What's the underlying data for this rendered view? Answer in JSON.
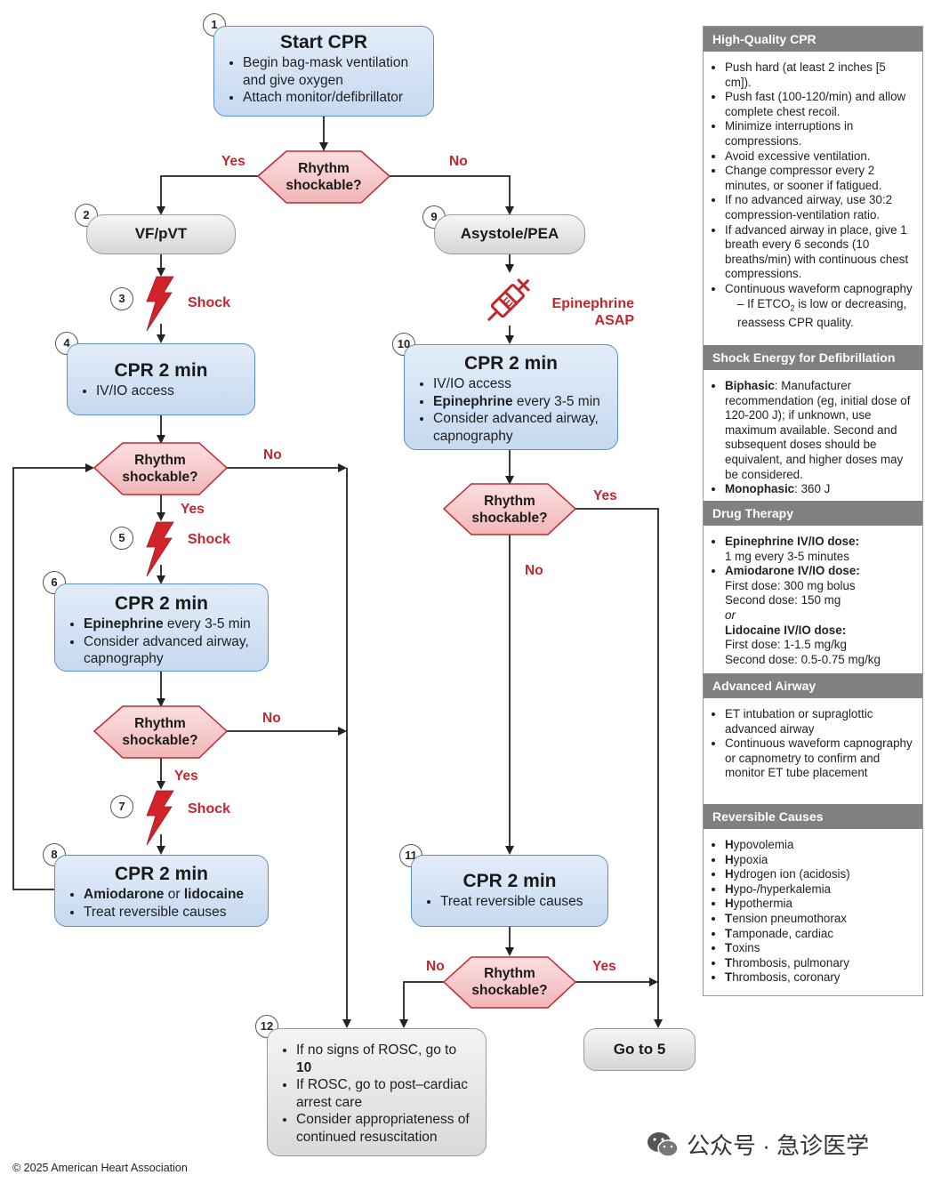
{
  "steps": {
    "s1": {
      "num": "1",
      "title": "Start CPR",
      "items": [
        "Begin bag-mask ventilation and give oxygen",
        "Attach monitor/defibrillator"
      ]
    },
    "s2": {
      "num": "2",
      "label": "VF/pVT"
    },
    "s3": {
      "num": "3"
    },
    "s4": {
      "num": "4",
      "title": "CPR 2 min",
      "items": [
        "IV/IO access"
      ]
    },
    "s5": {
      "num": "5"
    },
    "s6": {
      "num": "6",
      "title": "CPR 2 min",
      "item1_bold": "Epinephrine",
      "item1_rest": " every 3-5 min",
      "item2": "Consider advanced airway, capnography"
    },
    "s7": {
      "num": "7"
    },
    "s8": {
      "num": "8",
      "title": "CPR 2 min",
      "item1_bold_a": "Amiodarone",
      "item1_mid": " or ",
      "item1_bold_b": "lidocaine",
      "item2": "Treat reversible causes"
    },
    "s9": {
      "num": "9",
      "label": "Asystole/PEA"
    },
    "s10": {
      "num": "10",
      "title": "CPR 2 min",
      "item1": "IV/IO access",
      "item2_bold": "Epinephrine",
      "item2_rest": " every 3-5 min",
      "item3": "Consider advanced airway, capnography"
    },
    "s11": {
      "num": "11",
      "title": "CPR 2 min",
      "items": [
        "Treat reversible causes"
      ]
    },
    "s12": {
      "num": "12",
      "item1_text": "If no signs of ROSC, go to ",
      "item1_bold": "10",
      "item2": "If ROSC, go to post–cardiac arrest care",
      "item3": "Consider appropriateness of continued resuscitation"
    },
    "goto5": {
      "label": "Go to 5"
    }
  },
  "labels": {
    "rhythm_line1": "Rhythm",
    "rhythm_line2": "shockable?",
    "yes": "Yes",
    "no": "No",
    "shock": "Shock",
    "epi_line1": "Epinephrine",
    "epi_line2": "ASAP"
  },
  "sidebar": {
    "hq": {
      "title": "High-Quality CPR",
      "items": [
        "Push hard (at least 2 inches [5 cm]).",
        "Push fast (100-120/min) and allow complete chest recoil.",
        "Minimize interruptions in compressions.",
        "Avoid excessive ventilation.",
        "Change compressor every 2 minutes, or sooner if fatigued.",
        "If no advanced airway, use 30:2 compression-ventilation ratio.",
        "If advanced airway in place, give 1 breath every 6 seconds (10 breaths/min) with continuous chest compressions.",
        "Continuous waveform capnography"
      ],
      "sub_prefix": "– If ETCO",
      "sub_subscript": "2",
      "sub_rest": " is low or decreasing, reassess CPR quality."
    },
    "shock": {
      "title": "Shock Energy for Defibrillation",
      "biphasic_bold": "Biphasic",
      "biphasic_text": ": Manufacturer recommendation (eg, initial dose of 120-200 J); if unknown, use maximum available. Second and subsequent doses should be equivalent, and higher doses may be considered.",
      "mono_bold": "Monophasic",
      "mono_text": ": 360 J"
    },
    "drug": {
      "title": "Drug Therapy",
      "epi_bold": "Epinephrine IV/IO dose:",
      "epi_text": "1 mg every 3-5 minutes",
      "amio_bold": "Amiodarone IV/IO dose:",
      "amio_text1": "First dose: 300 mg bolus",
      "amio_text2": "Second dose: 150 mg",
      "or": "or",
      "lido_bold": "Lidocaine IV/IO dose:",
      "lido_text1": "First dose: 1-1.5 mg/kg",
      "lido_text2": "Second dose: 0.5-0.75 mg/kg"
    },
    "airway": {
      "title": "Advanced Airway",
      "items": [
        "ET intubation or supraglottic advanced airway",
        "Continuous waveform capnography or capnometry to confirm and monitor ET tube placement"
      ]
    },
    "causes": {
      "title": "Reversible Causes",
      "items": [
        {
          "b": "H",
          "t": "ypovolemia"
        },
        {
          "b": "H",
          "t": "ypoxia"
        },
        {
          "b": "H",
          "t": "ydrogen ion (acidosis)"
        },
        {
          "b": "H",
          "t": "ypo-/hyperkalemia"
        },
        {
          "b": "H",
          "t": "ypothermia"
        },
        {
          "b": "T",
          "t": "ension pneumothorax"
        },
        {
          "b": "T",
          "t": "amponade, cardiac"
        },
        {
          "b": "T",
          "t": "oxins"
        },
        {
          "b": "T",
          "t": "hrombosis, pulmonary"
        },
        {
          "b": "T",
          "t": "hrombosis, coronary"
        }
      ]
    }
  },
  "footer": {
    "copyright": "© 2025 American Heart Association",
    "watermark": "公众号 · 急诊医学"
  },
  "colors": {
    "accent_red": "#c0282e",
    "box_blue": "#c6d9f0",
    "box_border": "#5b8fc9",
    "diamond_fill": "#f6c7c8",
    "sidebar_head": "#808080"
  }
}
